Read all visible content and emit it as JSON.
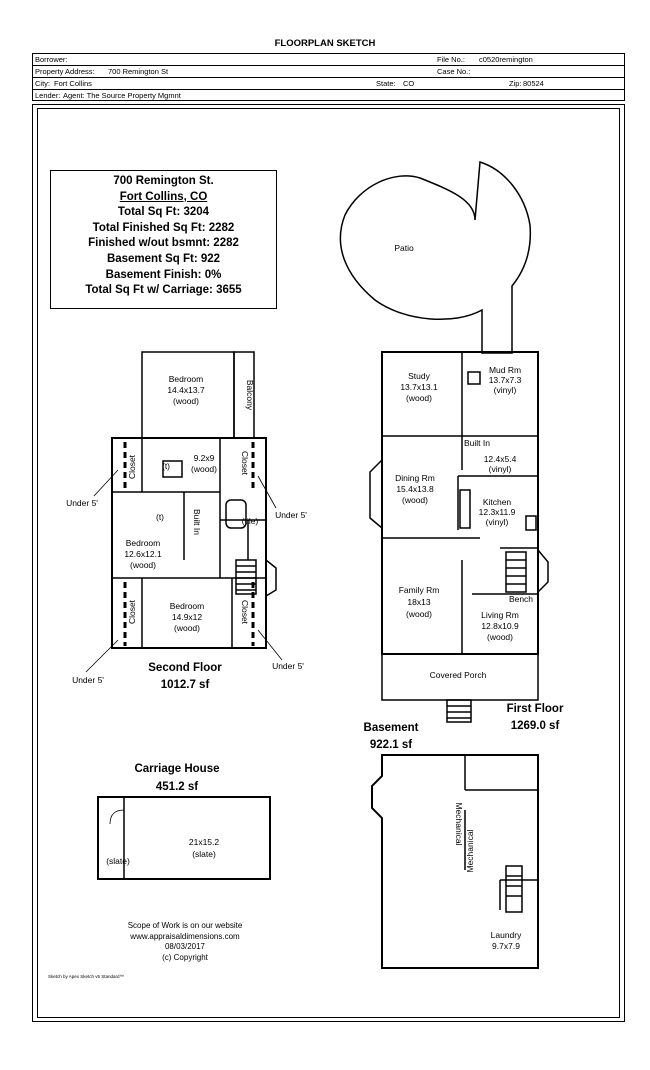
{
  "header": {
    "title": "FLOORPLAN SKETCH",
    "borrower_label": "Borrower:",
    "file_no_label": "File No.:",
    "file_no_value": "c0520remington",
    "property_address_label": "Property Address:",
    "property_address_value": "700 Remington St",
    "case_no_label": "Case No.:",
    "city_label": "City:",
    "city_value": "Fort Collins",
    "state_label": "State:",
    "state_value": "CO",
    "zip_label": "Zip:",
    "zip_value": "80524",
    "lender_label": "Lender:",
    "lender_value": "Agent:  The Source Property Mgmnt"
  },
  "summary": {
    "address": "700 Remington St.",
    "city": "Fort Collins, CO",
    "total_sqft": "Total Sq Ft:  3204",
    "total_finished": "Total Finished Sq Ft:  2282",
    "finished_wo_bsmnt": "Finished w/out bsmnt:  2282",
    "basement_sqft": "Basement Sq Ft:  922",
    "basement_finish": "Basement Finish:  0%",
    "total_carriage": "Total Sq Ft w/ Carriage:  3655"
  },
  "second_floor": {
    "title": "Second Floor",
    "area": "1012.7 sf",
    "bedroom_top": [
      "Bedroom",
      "14.4x13.7",
      "(wood)"
    ],
    "balcony": "Balcony",
    "hall": [
      "9.2x9",
      "(wood)"
    ],
    "closet": "Closet",
    "built_in": "Built In",
    "tile": "(tile)",
    "bedroom_left": [
      "Bedroom",
      "12.6x12.1",
      "(wood)"
    ],
    "bedroom_bottom": [
      "Bedroom",
      "14.9x12",
      "(wood)"
    ],
    "under5": "Under 5'",
    "t_mark": "(t)"
  },
  "first_floor": {
    "title": "First Floor",
    "area": "1269.0 sf",
    "patio": "Patio",
    "study": [
      "Study",
      "13.7x13.1",
      "(wood)"
    ],
    "mud": [
      "Mud Rm",
      "13.7x7.3",
      "(vinyl)"
    ],
    "built_in": "Built In",
    "pantry": [
      "12.4x5.4",
      "(vinyl)"
    ],
    "dining": [
      "Dining Rm",
      "15.4x13.8",
      "(wood)"
    ],
    "kitchen": [
      "Kitchen",
      "12.3x11.9",
      "(vinyl)"
    ],
    "family": [
      "Family Rm",
      "18x13",
      "(wood)"
    ],
    "bench": "Bench",
    "living": [
      "Living Rm",
      "12.8x10.9",
      "(wood)"
    ],
    "porch": "Covered Porch"
  },
  "basement": {
    "title": "Basement",
    "area": "922.1 sf",
    "mechanical": "Mechanical",
    "laundry": [
      "Laundry",
      "9.7x7.9"
    ]
  },
  "carriage": {
    "title": "Carriage House",
    "area": "451.2 sf",
    "room": [
      "21x15.2",
      "(slate)"
    ],
    "slate": "(slate)"
  },
  "footer": {
    "line1": "Scope of Work is on our website",
    "line2": "www.appraisaldimensions.com",
    "line3": "08/03/2017",
    "line4": "(c) Copyright",
    "credit": "Sketch by Apex Sketch v5 Standard™"
  }
}
